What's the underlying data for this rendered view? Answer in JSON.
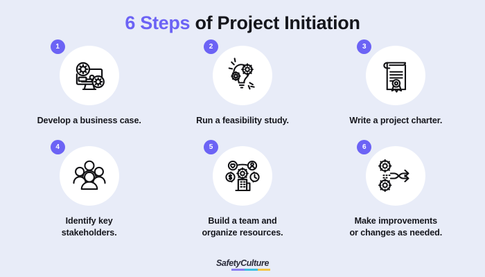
{
  "page": {
    "background_color": "#e8ecf8",
    "accent_color": "#6c63f5",
    "text_color": "#15161c"
  },
  "title": {
    "accent_part": "6 Steps",
    "rest_part": " of Project Initiation",
    "full": "6 Steps of Project Initiation"
  },
  "steps": [
    {
      "number": "1",
      "caption": "Develop a business case.",
      "icon": "monitor-gears-icon"
    },
    {
      "number": "2",
      "caption": "Run a feasibility study.",
      "icon": "lightbulb-gears-icon"
    },
    {
      "number": "3",
      "caption": "Write a project charter.",
      "icon": "certificate-scroll-icon"
    },
    {
      "number": "4",
      "caption": "Identify key\nstakeholders.",
      "icon": "people-group-icon"
    },
    {
      "number": "5",
      "caption": "Build a team and\norganize resources.",
      "icon": "resources-network-icon"
    },
    {
      "number": "6",
      "caption": "Make improvements\nor changes as needed.",
      "icon": "gears-arrows-icon"
    }
  ],
  "footer": {
    "brand": "SafetyCulture",
    "bar_colors": [
      "#8b7ff0",
      "#3fbfe0",
      "#f3c446"
    ]
  }
}
